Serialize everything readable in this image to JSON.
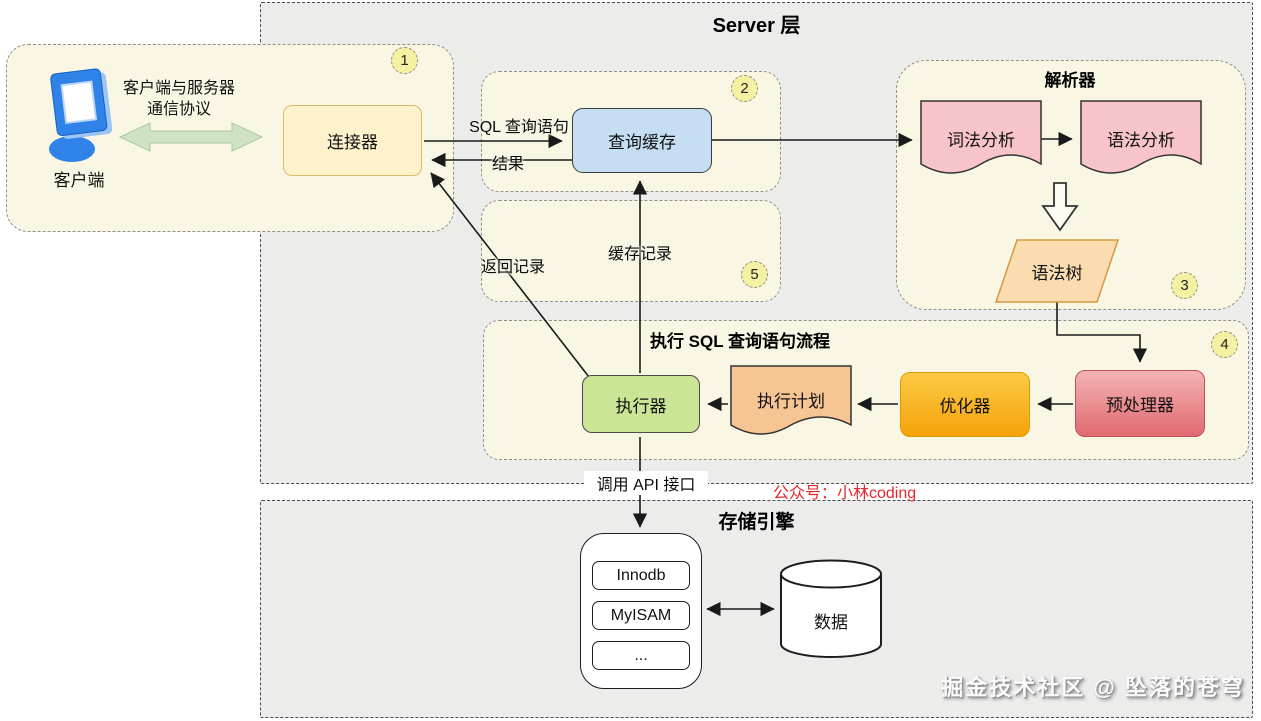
{
  "layers": {
    "server": {
      "title": "Server 层"
    },
    "storage": {
      "title": "存储引擎"
    }
  },
  "client": {
    "badge": "1",
    "label": "客户端",
    "protocol_line1": "客户端与服务器",
    "protocol_line2": "通信协议",
    "connector_label": "连接器"
  },
  "query_cache": {
    "badge": "2",
    "label": "查询缓存"
  },
  "cache_record_box": {
    "badge": "5",
    "label": "缓存记录"
  },
  "parser": {
    "badge": "3",
    "title": "解析器",
    "lexical_label": "词法分析",
    "syntax_label": "语法分析",
    "syntax_tree_label": "语法树"
  },
  "exec_flow": {
    "badge": "4",
    "title": "执行 SQL 查询语句流程",
    "executor_label": "执行器",
    "plan_label": "执行计划",
    "optimizer_label": "优化器",
    "preprocessor_label": "预处理器"
  },
  "edge_labels": {
    "sql_query": "SQL 查询语句",
    "result": "结果",
    "return_record": "返回记录",
    "call_api": "调用 API 接口"
  },
  "storage_engine": {
    "engines": [
      "Innodb",
      "MyISAM",
      "..."
    ],
    "data_label": "数据"
  },
  "annotations": {
    "wechat": "公众号：小林coding",
    "watermark": "掘金技术社区 @ 坠落的苍穹"
  },
  "colors": {
    "layer_gray": "#ececea",
    "cream": "#faf6e4",
    "connector_fill": "#fdf2cc",
    "query_cache_fill": "#c6def3",
    "executor_fill": "#c9e595",
    "plan_fill": "#f7c494",
    "optimizer_fill": "#f9b81c",
    "preprocessor_fill": "#ea8a8e",
    "doc_pink_fill": "#f7c5c9",
    "syntax_tree_fill": "#fbdcb0",
    "badge_fill": "#f5f1a2",
    "wechat_red": "#e8262b",
    "client_blue": "#2f83e8",
    "green_arrow": "#cfe3c3"
  }
}
